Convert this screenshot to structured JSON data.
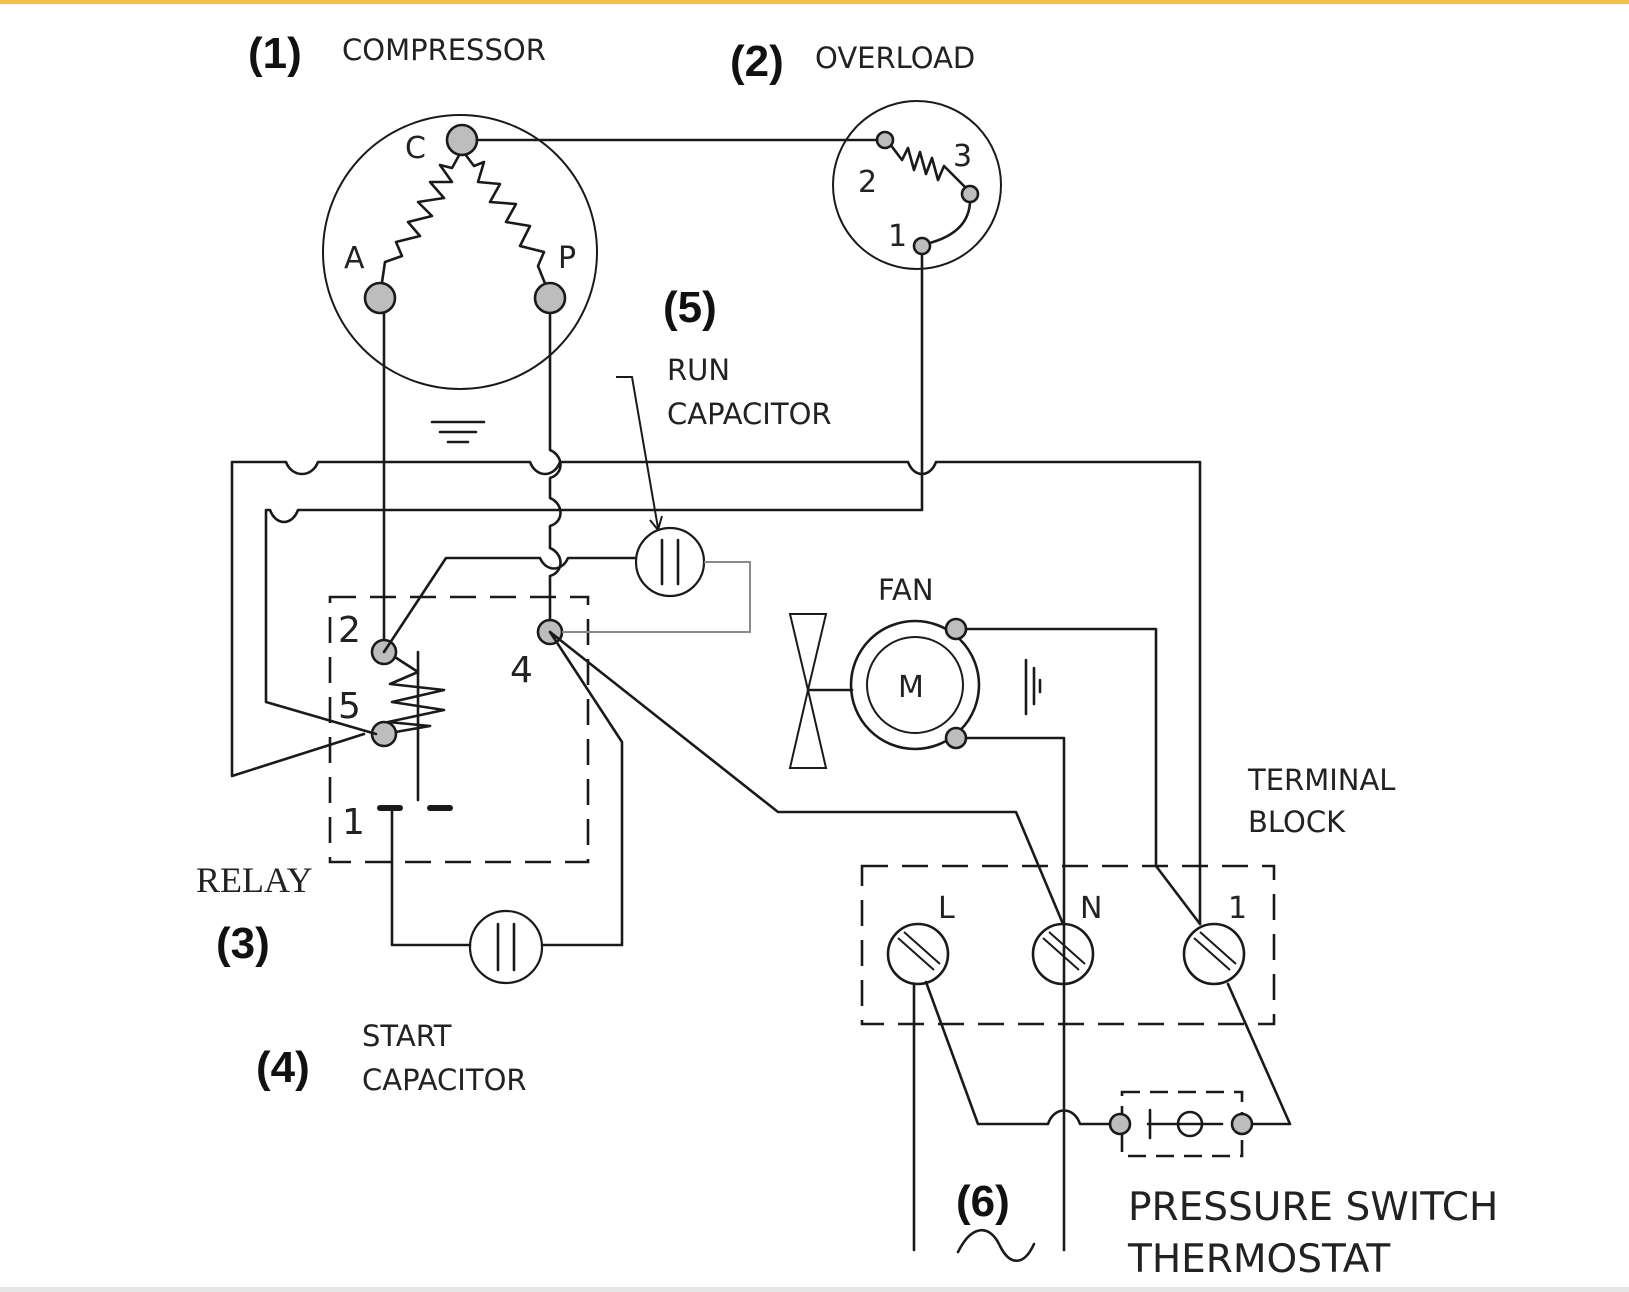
{
  "labels": {
    "compressor_num": "(1)",
    "compressor": "COMPRESSOR",
    "overload_num": "(2)",
    "overload": "OVERLOAD",
    "relay": "RELAY",
    "relay_num": "(3)",
    "start_cap_num": "(4)",
    "start_cap_line1": "START",
    "start_cap_line2": "CAPACITOR",
    "run_cap_num": "(5)",
    "run_cap_line1": "RUN",
    "run_cap_line2": "CAPACITOR",
    "fan": "FAN",
    "motor": "M",
    "terminal_block_line1": "TERMINAL",
    "terminal_block_line2": "BLOCK",
    "supply_num": "(6)",
    "pressure_switch_line1": "PRESSURE SWITCH",
    "pressure_switch_line2": "THERMOSTAT"
  },
  "compressor_terminals": {
    "common": "C",
    "auxiliary": "A",
    "main": "P"
  },
  "overload_terminals": {
    "t1": "1",
    "t2": "2",
    "t3": "3"
  },
  "relay_terminals": {
    "t1": "1",
    "t2": "2",
    "t4": "4",
    "t5": "5"
  },
  "terminal_block_terminals": {
    "line": "L",
    "neutral": "N",
    "t1": "1"
  }
}
